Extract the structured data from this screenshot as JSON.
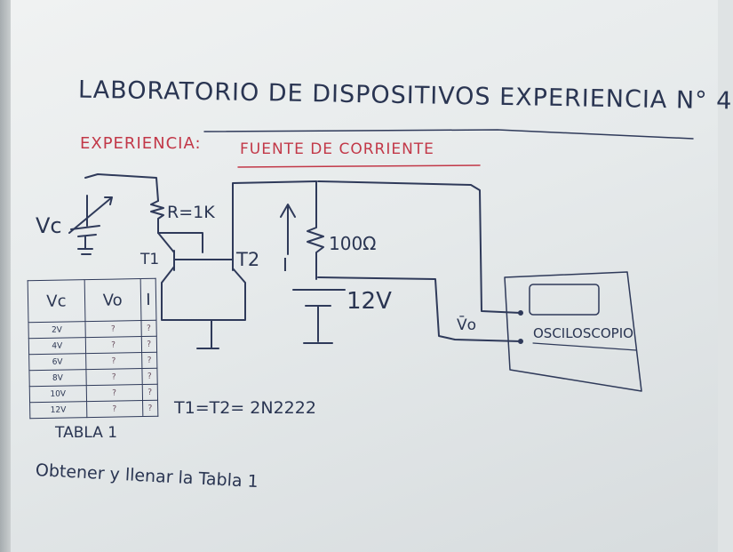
{
  "title": "LABORATORIO DE DISPOSITIVOS EXPERIENCIA N° 4",
  "subtitle": {
    "label": "EXPERIENCIA:",
    "value": "FUENTE DE CORRIENTE"
  },
  "circuit_labels": {
    "vc": "Vc",
    "resistor": "R=1K",
    "t1": "T1",
    "t2": "T2",
    "current": "I",
    "load": "100Ω",
    "supply": "12V",
    "vo": "V̄o",
    "oscilloscope": "OSCILOSCOPIO"
  },
  "table": {
    "headers": [
      "Vc",
      "Vo",
      "I"
    ],
    "rows": [
      [
        "2V",
        "?",
        "?"
      ],
      [
        "4V",
        "?",
        "?"
      ],
      [
        "6V",
        "?",
        "?"
      ],
      [
        "8V",
        "?",
        "?"
      ],
      [
        "10V",
        "?",
        "?"
      ],
      [
        "12V",
        "?",
        "?"
      ]
    ],
    "caption": "TABLA 1"
  },
  "transistor_note": "T1=T2= 2N2222",
  "instruction": "Obtener y llenar la Tabla 1",
  "colors": {
    "ink": "#2a3552",
    "red_ink": "#c23848",
    "board": "#eceff0"
  }
}
